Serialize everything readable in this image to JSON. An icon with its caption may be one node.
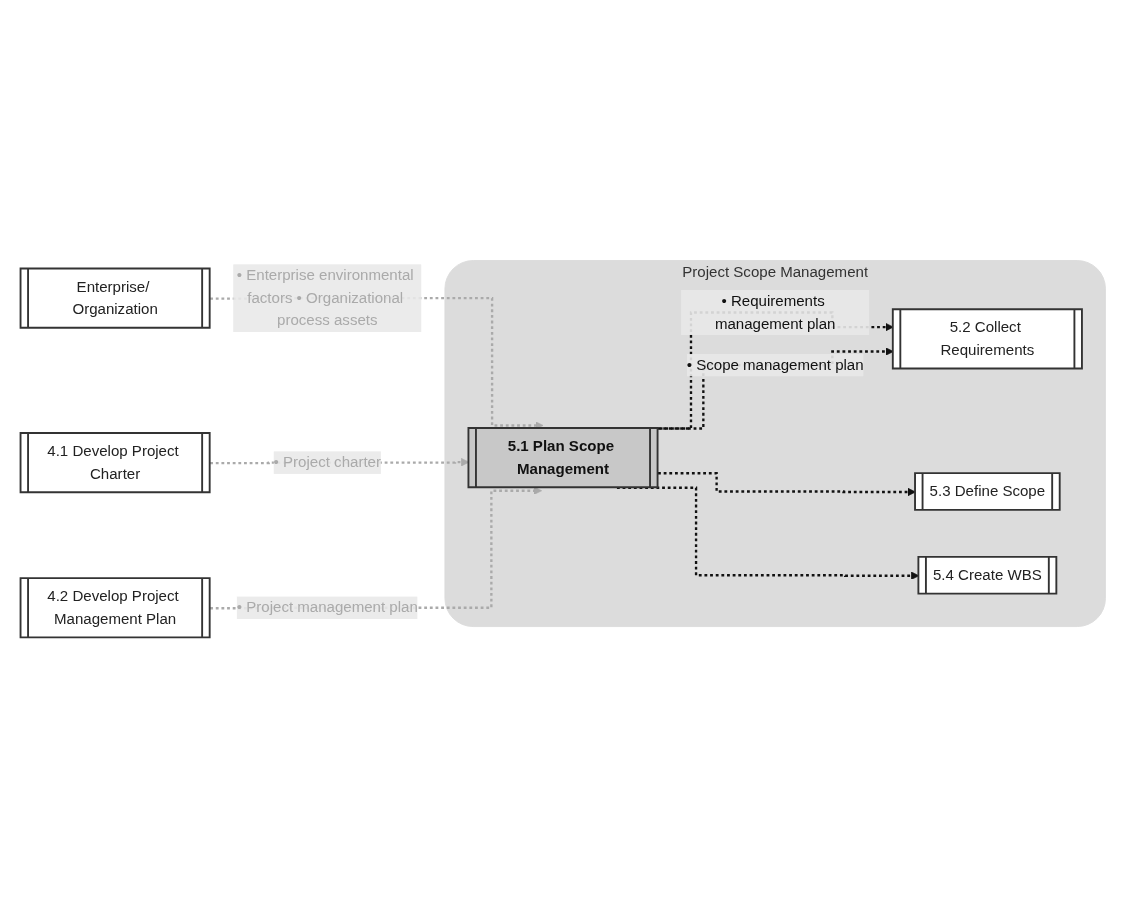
{
  "diagram": {
    "nodes": [
      {
        "text": [
          "Enterprise/ Organization"
        ]
      },
      {
        "text": [
          "4.1 Develop Project Charter"
        ]
      },
      {
        "text": [
          "4.2 Develop Project Management Plan"
        ]
      },
      {
        "text": [
          "Project Scope Management"
        ]
      },
      {
        "text": [
          "5.1 Plan Scope Management"
        ],
        "in": 3
      },
      {
        "text": [
          "5.2 Collect Requirements"
        ],
        "in": 3
      },
      {
        "text": [
          "5.3 Define Scope"
        ],
        "in": 3
      },
      {
        "text": [
          "5.4 Create WBS"
        ],
        "in": 3
      }
    ],
    "edges": [
      {
        "from": 0,
        "to": 4,
        "arrow": "to",
        "label": "• Enterprise environmental factors • Organizational process assets",
        "style": "dashed",
        "color": "#aaaaaa"
      },
      {
        "from": 1,
        "to": 4,
        "arrow": "to",
        "label": "• Project charter",
        "style": "dashed",
        "color": "#aaaaaa"
      },
      {
        "from": 2,
        "to": 4,
        "arrow": "to",
        "label": "• Project management plan",
        "style": "dashed",
        "color": "#aaaaaa"
      },
      {
        "from": 4,
        "to": 5,
        "arrow": "to",
        "label": "• Requirements management plan",
        "style": "dashed"
      },
      {
        "from": 4,
        "to": 5,
        "arrow": "to",
        "label": "• Scope management plan",
        "style": "dashed"
      },
      {
        "from": 4,
        "to": 6,
        "arrow": "to",
        "style": "dashed"
      },
      {
        "from": 4,
        "to": 7,
        "arrow": "to",
        "style": "dashed"
      }
    ]
  }
}
